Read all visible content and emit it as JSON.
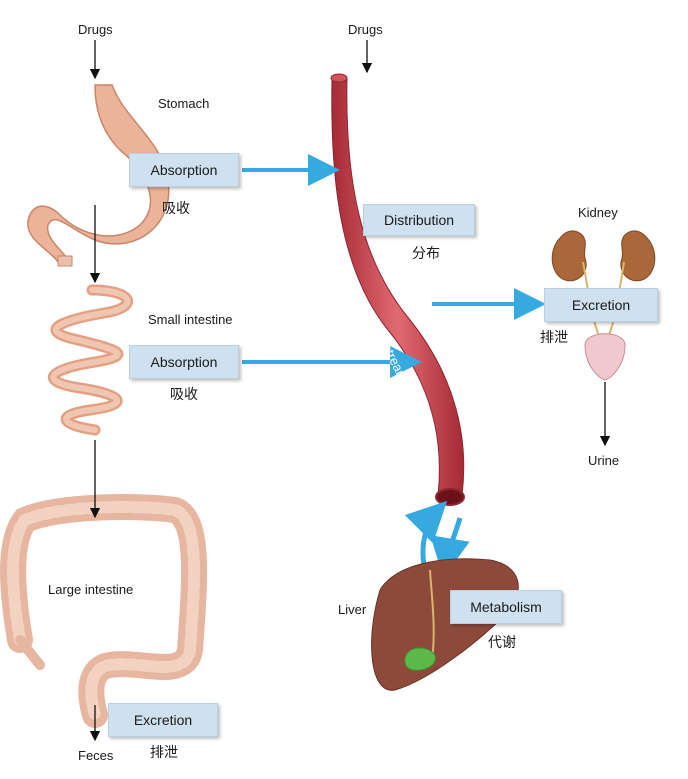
{
  "labels": {
    "drugs_left": "Drugs",
    "drugs_right": "Drugs",
    "stomach": "Stomach",
    "small_intestine": "Small intestine",
    "large_intestine": "Large intestine",
    "feces": "Feces",
    "kidney": "Kidney",
    "urine": "Urine",
    "liver": "Liver",
    "bloodstream": "Bloodstream"
  },
  "boxes": {
    "absorption_stomach": {
      "en": "Absorption",
      "cn": "吸收"
    },
    "absorption_intestine": {
      "en": "Absorption",
      "cn": "吸收"
    },
    "distribution": {
      "en": "Distribution",
      "cn": "分布"
    },
    "excretion_kidney": {
      "en": "Excretion",
      "cn": "排泄"
    },
    "metabolism": {
      "en": "Metabolism",
      "cn": "代谢"
    },
    "excretion_feces": {
      "en": "Excretion",
      "cn": "排泄"
    }
  },
  "colors": {
    "box_fill": "#cfe0ef",
    "arrow_blue": "#36a9e1",
    "vessel": "#c9424c",
    "gut": "#eab39a",
    "kidney": "#a9673a",
    "liver": "#8d4a3b",
    "gallbladder": "#5db84a"
  }
}
